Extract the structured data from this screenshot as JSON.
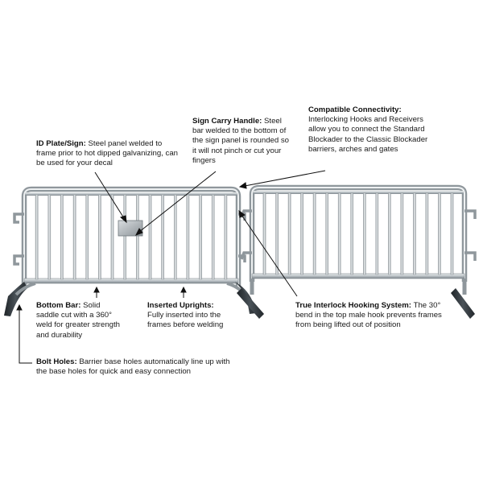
{
  "callouts": {
    "compatible": {
      "title": "Compatible Connectivity:",
      "body": "Interlocking Hooks and Receivers allow you to connect the Standard Blockader to the Classic Blockader barriers, arches and gates"
    },
    "sign_handle": {
      "title": "Sign Carry Handle:",
      "body": "Steel bar welded to the bottom of the sign panel is rounded so it will not pinch or cut your fingers"
    },
    "id_plate": {
      "title": "ID Plate/Sign:",
      "body": "Steel panel welded to frame prior to hot dipped galvanizing, can be used for your decal"
    },
    "bottom_bar": {
      "title": "Bottom Bar:",
      "body": "Solid saddle cut with a 360° weld for greater strength and durability"
    },
    "inserted_uprights": {
      "title": "Inserted Uprights:",
      "body": "Fully inserted into the frames before welding"
    },
    "true_interlock": {
      "title": "True Interlock Hooking System:",
      "body": "The 30° bend in the top male hook prevents frames from being lifted out of position"
    },
    "bolt_holes": {
      "title": "Bolt Holes:",
      "body": "Barrier base holes automatically line up with the base holes for quick and easy connection"
    }
  },
  "colors": {
    "steel_light": "#dfe3e6",
    "steel_mid": "#aab1b6",
    "steel_dark": "#6f777c",
    "foot_dark": "#2f3439",
    "leader_line": "#111111",
    "text": "#1a1a1a"
  }
}
